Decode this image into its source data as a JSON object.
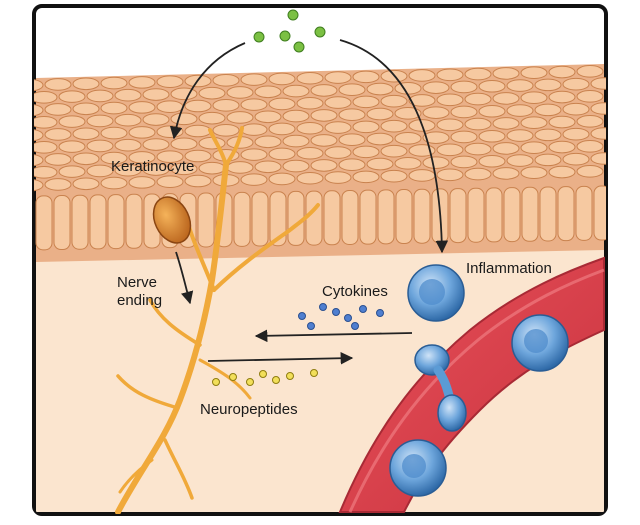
{
  "labels": {
    "keratinocyte": "Keratinocyte",
    "nerve_line1": "Nerve",
    "nerve_line2": "ending",
    "cytokines": "Cytokines",
    "inflammation": "Inflammation",
    "neuropeptides": "Neuropeptides"
  },
  "colors": {
    "frame": "#111111",
    "skin_bg": "#fbe5cf",
    "cell_fill": "#f6c9a1",
    "cell_stroke": "#c9824e",
    "nerve": "#f0a93a",
    "keratinocyte": "#d9822b",
    "vessel": "#d9404c",
    "immune_cell": "#5b9bd5",
    "green_particle": "#7bc043",
    "blue_particle": "#4f7fd0",
    "yellow_particle": "#f2df5a",
    "arrow": "#222222"
  }
}
